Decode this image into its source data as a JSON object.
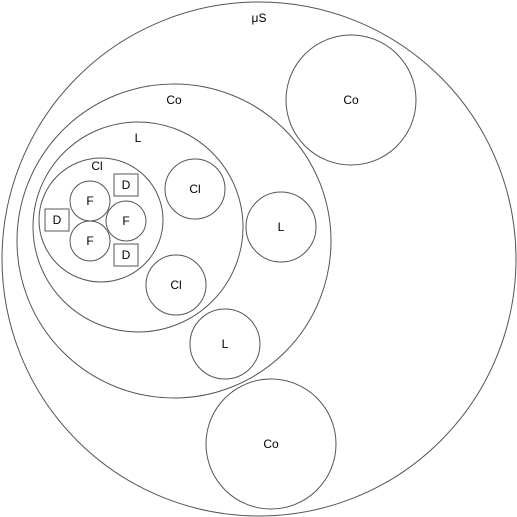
{
  "nodes": [
    {
      "id": "mus",
      "label": "μS",
      "shape": "circle"
    },
    {
      "id": "co1",
      "label": "Co",
      "shape": "circle"
    },
    {
      "id": "co2",
      "label": "Co",
      "shape": "circle"
    },
    {
      "id": "co3",
      "label": "Co",
      "shape": "circle"
    },
    {
      "id": "l1",
      "label": "L",
      "shape": "circle"
    },
    {
      "id": "l2",
      "label": "L",
      "shape": "circle"
    },
    {
      "id": "l3",
      "label": "L",
      "shape": "circle"
    },
    {
      "id": "cl1",
      "label": "Cl",
      "shape": "circle"
    },
    {
      "id": "cl2",
      "label": "Cl",
      "shape": "circle"
    },
    {
      "id": "cl3",
      "label": "Cl",
      "shape": "circle"
    },
    {
      "id": "f1",
      "label": "F",
      "shape": "circle"
    },
    {
      "id": "f2",
      "label": "F",
      "shape": "circle"
    },
    {
      "id": "f3",
      "label": "F",
      "shape": "circle"
    },
    {
      "id": "d1",
      "label": "D",
      "shape": "square"
    },
    {
      "id": "d2",
      "label": "D",
      "shape": "square"
    },
    {
      "id": "d3",
      "label": "D",
      "shape": "square"
    }
  ],
  "colors": {
    "stroke": "#555555",
    "fill": "#ffffff",
    "text": "#000000"
  }
}
